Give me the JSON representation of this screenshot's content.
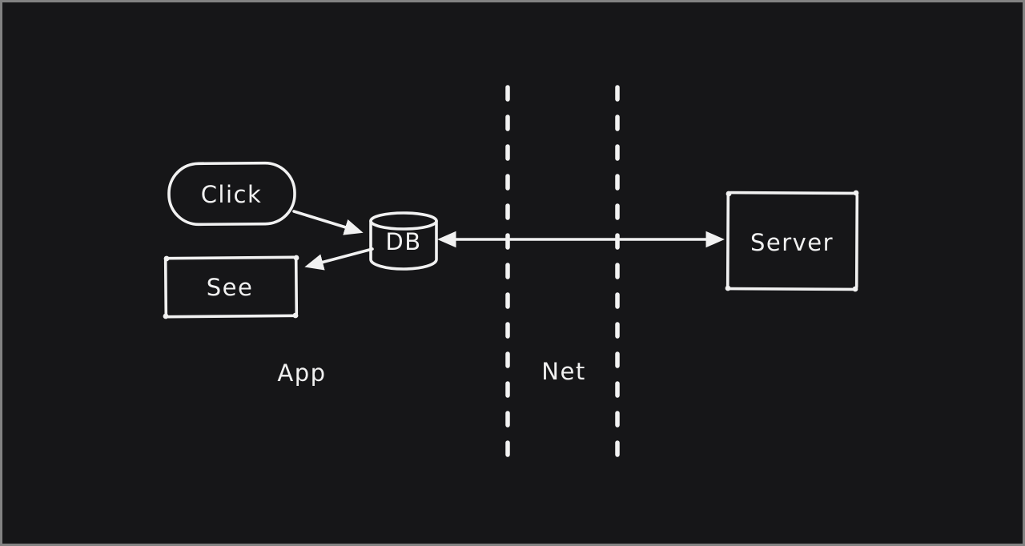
{
  "canvas": {
    "background_color": "#161618",
    "stroke_color": "#f1f1f1",
    "frame_border_color": "#828282"
  },
  "diagram": {
    "nodes": [
      {
        "id": "click",
        "label": "Click",
        "shape": "pill"
      },
      {
        "id": "db",
        "label": "DB",
        "shape": "cylinder"
      },
      {
        "id": "see",
        "label": "See",
        "shape": "rectangle"
      },
      {
        "id": "server",
        "label": "Server",
        "shape": "rectangle"
      }
    ],
    "zone_labels": [
      {
        "id": "app",
        "text": "App"
      },
      {
        "id": "net",
        "text": "Net"
      }
    ],
    "edges": [
      {
        "from": "Click",
        "to": "DB",
        "arrow": "single"
      },
      {
        "from": "DB",
        "to": "See",
        "arrow": "single"
      },
      {
        "from": "DB",
        "to": "Server",
        "arrow": "double"
      }
    ],
    "separators": {
      "style": "vertical-dashed-lines",
      "count": 2,
      "zone": "Net"
    }
  }
}
